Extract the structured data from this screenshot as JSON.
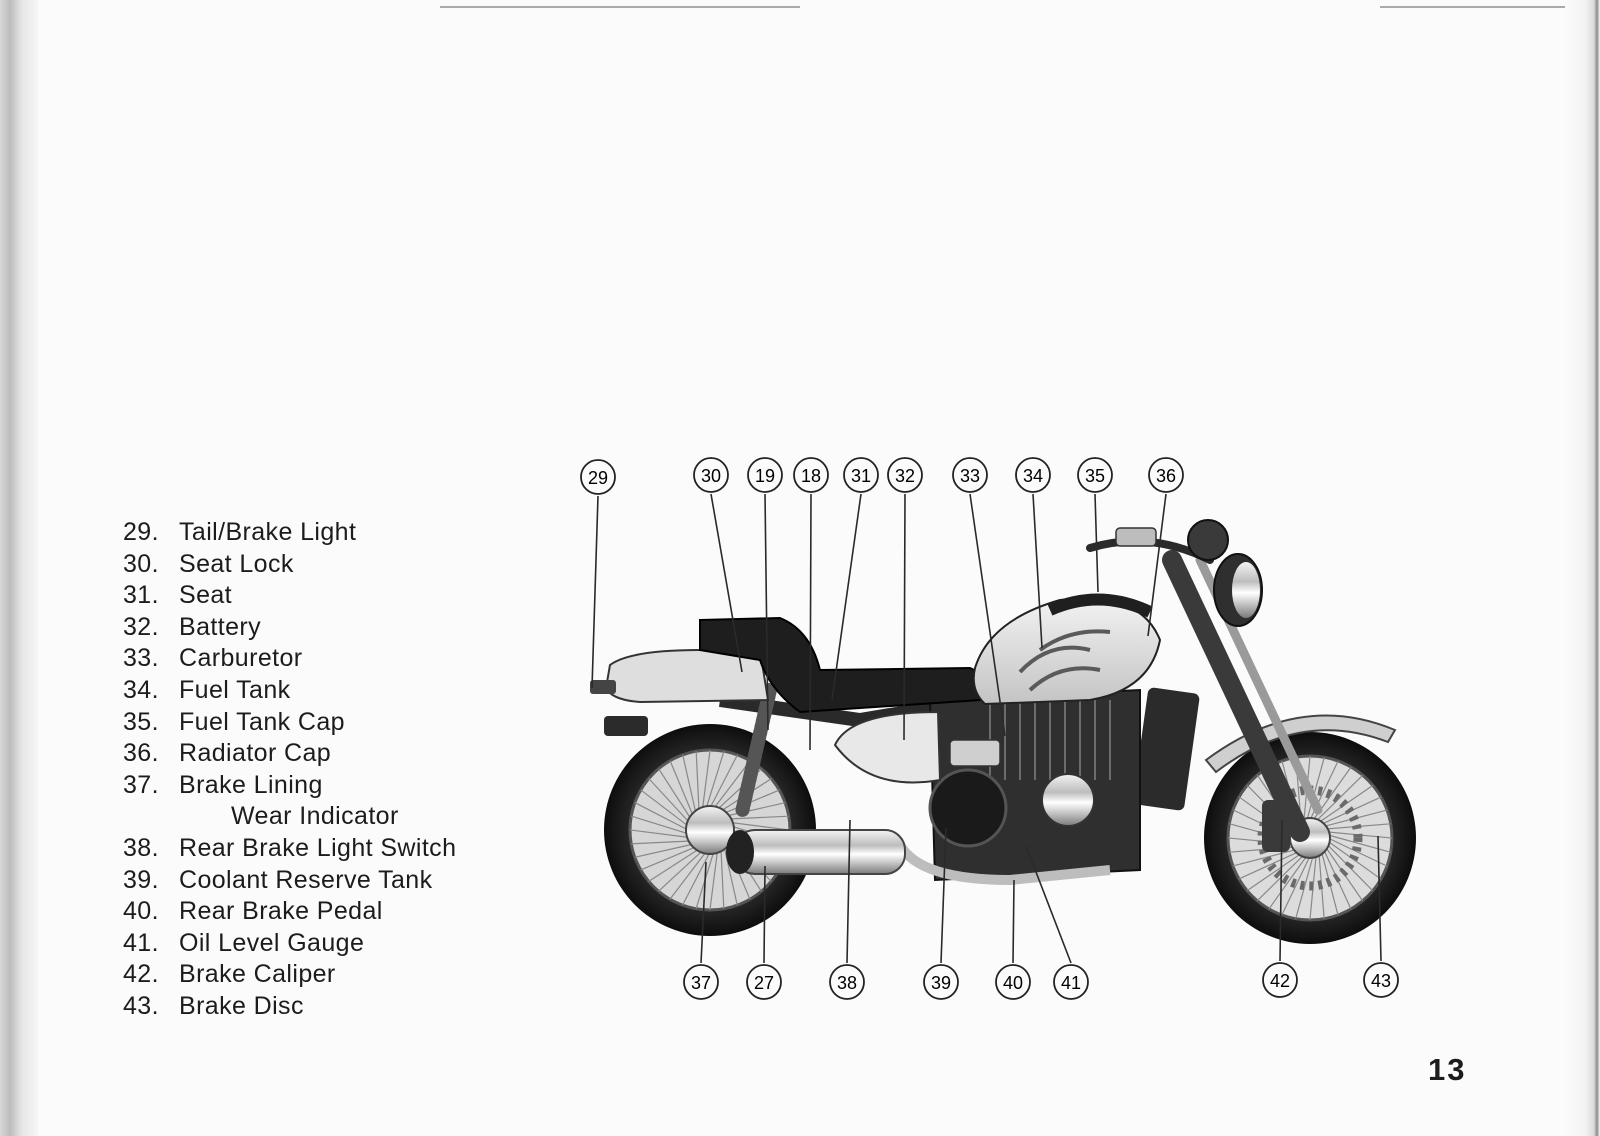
{
  "legend": [
    {
      "num": "29.",
      "label": "Tail/Brake Light"
    },
    {
      "num": "30.",
      "label": "Seat Lock"
    },
    {
      "num": "31.",
      "label": "Seat"
    },
    {
      "num": "32.",
      "label": "Battery"
    },
    {
      "num": "33.",
      "label": "Carburetor"
    },
    {
      "num": "34.",
      "label": "Fuel Tank"
    },
    {
      "num": "35.",
      "label": "Fuel Tank Cap"
    },
    {
      "num": "36.",
      "label": "Radiator Cap"
    },
    {
      "num": "37.",
      "label": "Brake Lining",
      "cont": "Wear Indicator"
    },
    {
      "num": "38.",
      "label": "Rear Brake Light Switch"
    },
    {
      "num": "39.",
      "label": "Coolant Reserve Tank"
    },
    {
      "num": "40.",
      "label": "Rear Brake Pedal"
    },
    {
      "num": "41.",
      "label": "Oil Level Gauge"
    },
    {
      "num": "42.",
      "label": "Brake Caliper"
    },
    {
      "num": "43.",
      "label": "Brake Disc"
    }
  ],
  "figure": {
    "callouts_top": [
      "29",
      "30",
      "19",
      "18",
      "31",
      "32",
      "33",
      "34",
      "35",
      "36"
    ],
    "callouts_bottom": [
      "37",
      "27",
      "38",
      "39",
      "40",
      "41",
      "42",
      "43"
    ]
  },
  "page_number": "13"
}
